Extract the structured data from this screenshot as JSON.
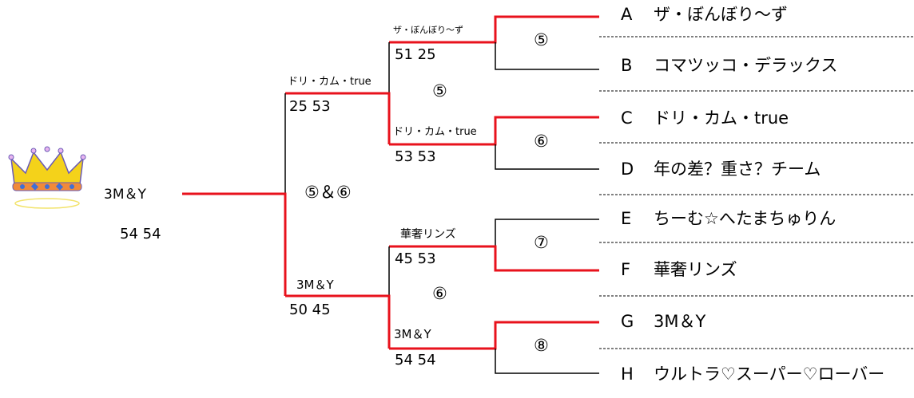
{
  "teams": [
    {
      "letter": "A",
      "name": "ザ・ぼんぼり～ず"
    },
    {
      "letter": "B",
      "name": "コマツッコ・デラックス"
    },
    {
      "letter": "C",
      "name": "ドリ・カム・true"
    },
    {
      "letter": "D",
      "name": "年の差？重さ？チーム"
    },
    {
      "letter": "E",
      "name": "ちーむ☆へたまちゅりん"
    },
    {
      "letter": "F",
      "name": "華奢リンズ"
    },
    {
      "letter": "G",
      "name": "3M＆Y"
    },
    {
      "letter": "H",
      "name": "ウルトラ♡スーパー♡ローバー"
    }
  ],
  "round1": [
    {
      "court": "⑤",
      "winner": "ザ・ぼんぼり～ず",
      "score": "51 25"
    },
    {
      "court": "⑥",
      "winner": "ドリ・カム・true",
      "score": "53 53"
    },
    {
      "court": "⑦",
      "winner": "華奢リンズ",
      "score": "45 53"
    },
    {
      "court": "⑧",
      "winner": "3M＆Y",
      "score": "54 54"
    }
  ],
  "semis": [
    {
      "court": "⑤",
      "winner": "ドリ・カム・true",
      "score": "25 53"
    },
    {
      "court": "⑥",
      "winner": "3M＆Y",
      "score": "50 45"
    }
  ],
  "final": {
    "court": "⑤＆⑥",
    "champion": "3M＆Y",
    "score": "54 54"
  },
  "colors": {
    "win_line": "#e8121c",
    "line": "#000000",
    "crown_gold": "#f4d21a",
    "crown_gem": "#3f6fd6"
  },
  "icons": {
    "crown": "crown-icon"
  }
}
